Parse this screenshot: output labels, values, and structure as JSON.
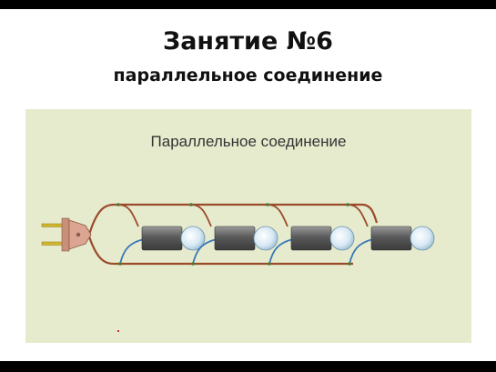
{
  "slide": {
    "title": "Занятие №6",
    "subtitle": "параллельное соединение"
  },
  "diagram": {
    "caption": "Параллельное соединение",
    "lamp_count": 4,
    "colors": {
      "panel_bg": "#e6ebcd",
      "wire_brown": "#9b4a2c",
      "wire_blue": "#3a78b8",
      "plug_body": "#dba591",
      "plug_pins": "#d4b52e",
      "lamp_base": "#6b6b6b",
      "lamp_bulb": "#cfe3ef"
    }
  }
}
